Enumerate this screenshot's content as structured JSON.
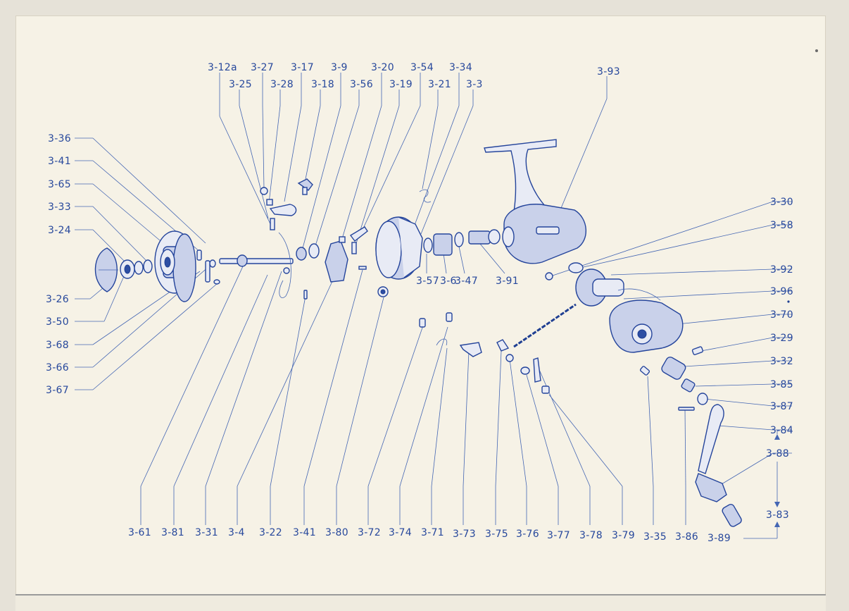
{
  "labels": {
    "l_3_12a": "3-12a",
    "l_3_27": "3-27",
    "l_3_17": "3-17",
    "l_3_9": "3-9",
    "l_3_20": "3-20",
    "l_3_54": "3-54",
    "l_3_34": "3-34",
    "l_3_93": "3-93",
    "l_3_25": "3-25",
    "l_3_28": "3-28",
    "l_3_18": "3-18",
    "l_3_56": "3-56",
    "l_3_19": "3-19",
    "l_3_21": "3-21",
    "l_3_3": "3-3",
    "l_3_36": "3-36",
    "l_3_41a": "3-41",
    "l_3_65": "3-65",
    "l_3_33": "3-33",
    "l_3_24": "3-24",
    "l_3_26": "3-26",
    "l_3_50": "3-50",
    "l_3_68": "3-68",
    "l_3_66": "3-66",
    "l_3_67": "3-67",
    "l_3_57": "3-57",
    "l_3_6": "3-6",
    "l_3_47": "3-47",
    "l_3_91": "3-91",
    "l_3_30": "3-30",
    "l_3_58": "3-58",
    "l_3_92": "3-92",
    "l_3_96": "3-96",
    "l_3_70": "3-70",
    "l_3_29": "3-29",
    "l_3_32": "3-32",
    "l_3_85": "3-85",
    "l_3_87": "3-87",
    "l_3_84": "3-84",
    "l_3_88": "3-88",
    "l_3_83": "3-83",
    "l_3_61": "3-61",
    "l_3_81": "3-81",
    "l_3_31": "3-31",
    "l_3_4": "3-4",
    "l_3_22": "3-22",
    "l_3_41b": "3-41",
    "l_3_80": "3-80",
    "l_3_72": "3-72",
    "l_3_74": "3-74",
    "l_3_71": "3-71",
    "l_3_73": "3-73",
    "l_3_75": "3-75",
    "l_3_76": "3-76",
    "l_3_77": "3-77",
    "l_3_78": "3-78",
    "l_3_79": "3-79",
    "l_3_35": "3-35",
    "l_3_86": "3-86",
    "l_3_89": "3-89"
  },
  "colors": {
    "ink": "#24449b",
    "paper": "#f6f2e6"
  }
}
